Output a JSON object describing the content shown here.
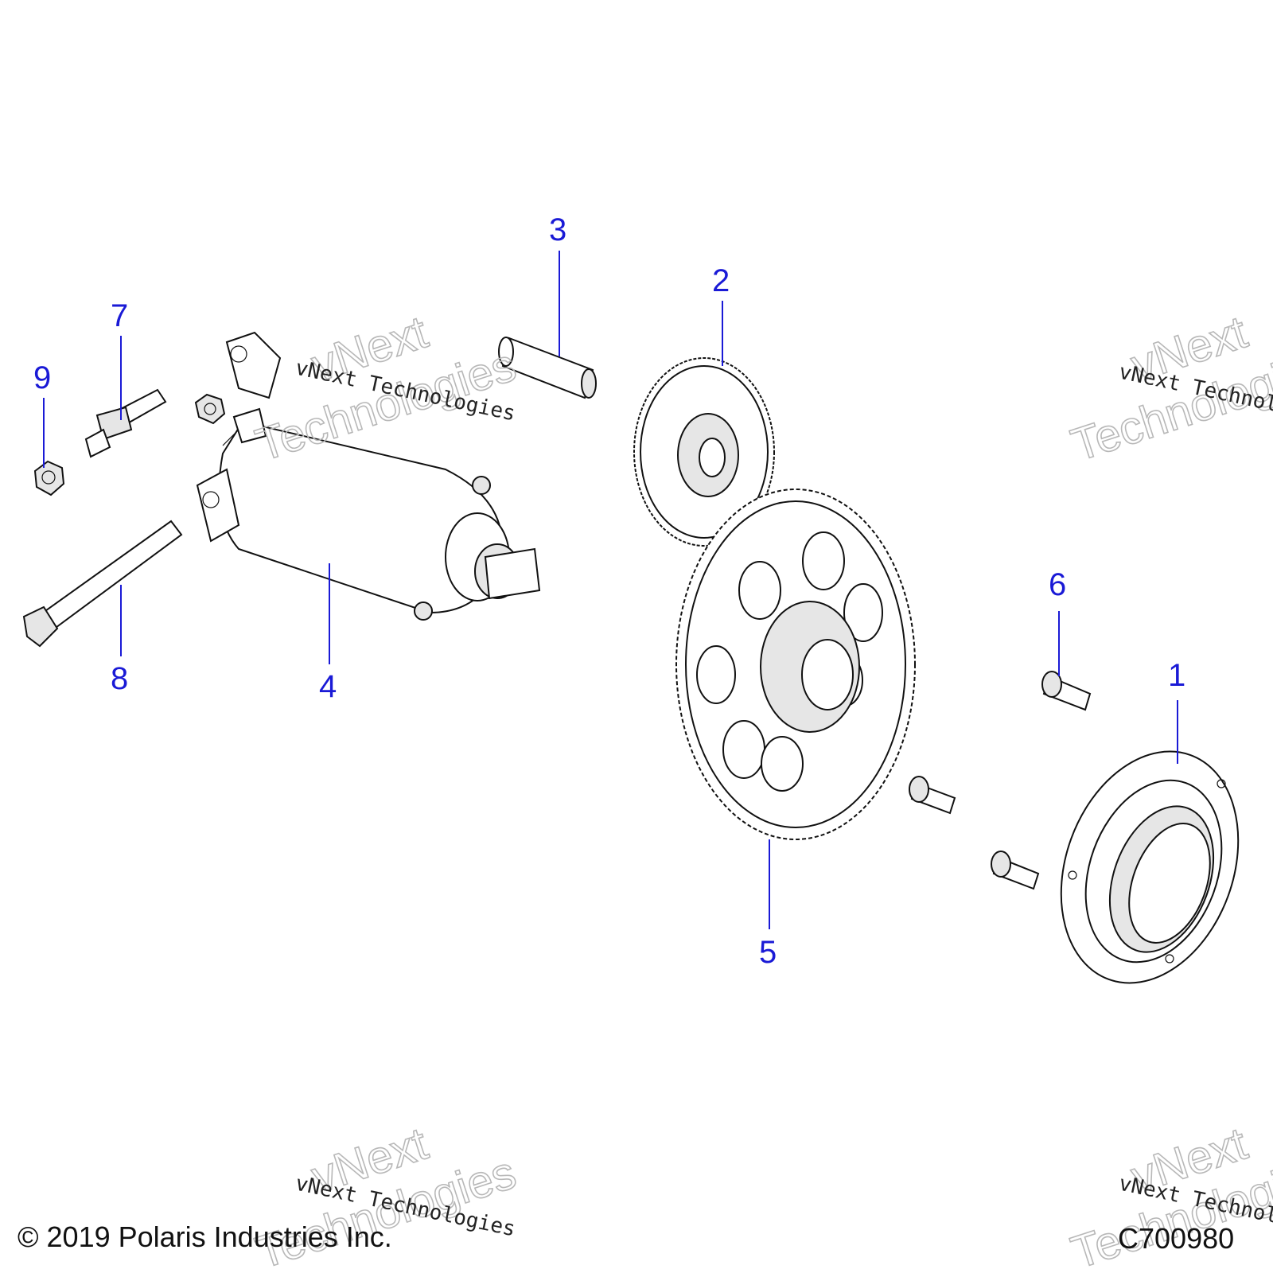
{
  "callouts": [
    {
      "id": "1",
      "label": "1"
    },
    {
      "id": "2",
      "label": "2"
    },
    {
      "id": "3",
      "label": "3"
    },
    {
      "id": "4",
      "label": "4"
    },
    {
      "id": "5",
      "label": "5"
    },
    {
      "id": "6",
      "label": "6"
    },
    {
      "id": "7",
      "label": "7"
    },
    {
      "id": "8",
      "label": "8"
    },
    {
      "id": "9",
      "label": "9"
    }
  ],
  "watermark": {
    "small_text": "vNext Technologies",
    "outline_line1": "vNext",
    "outline_line2": "Technologies"
  },
  "footer": {
    "copyright": "© 2019 Polaris Industries Inc.",
    "drawing_id": "C700980"
  },
  "colors": {
    "callout": "#1a1ad6",
    "line_art": "#111111"
  }
}
